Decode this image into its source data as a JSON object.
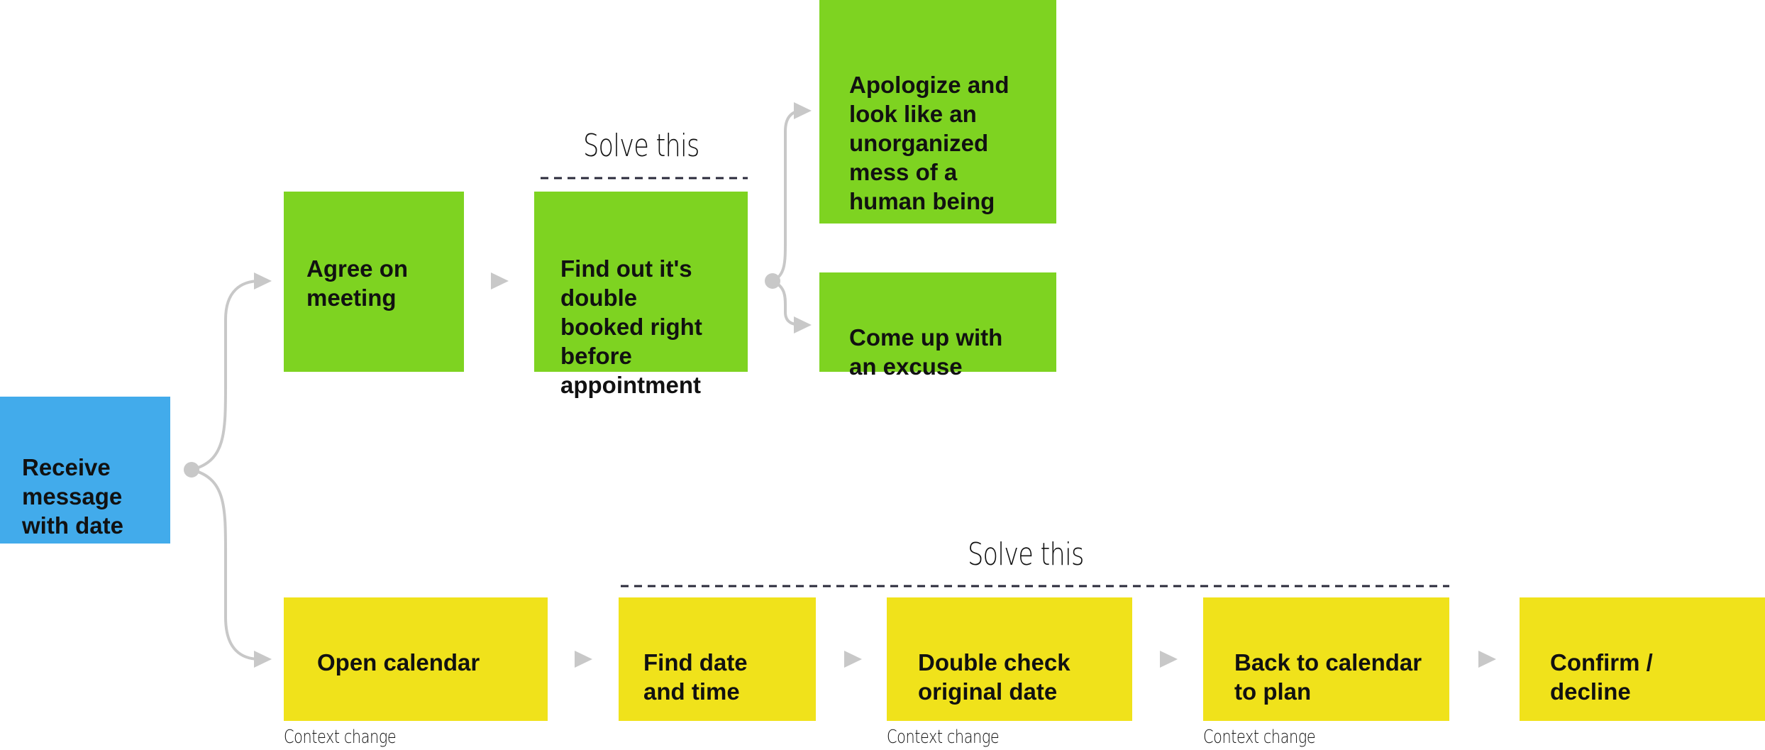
{
  "colors": {
    "start": "#42abeb",
    "branch_a": "#7ed321",
    "branch_b": "#f0e21b",
    "connector": "#c8c8c8",
    "divider": "#2a2a3a"
  },
  "start": {
    "label": "Receive\nmessage\nwith date"
  },
  "upper_flow": {
    "agree": "Agree on\nmeeting",
    "double_booked": "Find out it's\ndouble\nbooked right\nbefore\nappointment",
    "apologize": "Apologize and\nlook like an\nunorganized\nmess of a\nhuman being",
    "excuse": "Come up with\nan excuse",
    "solve_label": "Solve this"
  },
  "lower_flow": {
    "open_calendar": "Open calendar",
    "find_date": "Find date\nand time",
    "double_check": "Double check\noriginal date",
    "back_to_calendar": "Back to calendar\nto plan",
    "confirm": "Confirm /\ndecline",
    "solve_label": "Solve this",
    "context_change_1": "Context change",
    "context_change_2": "Context change",
    "context_change_3": "Context change"
  }
}
